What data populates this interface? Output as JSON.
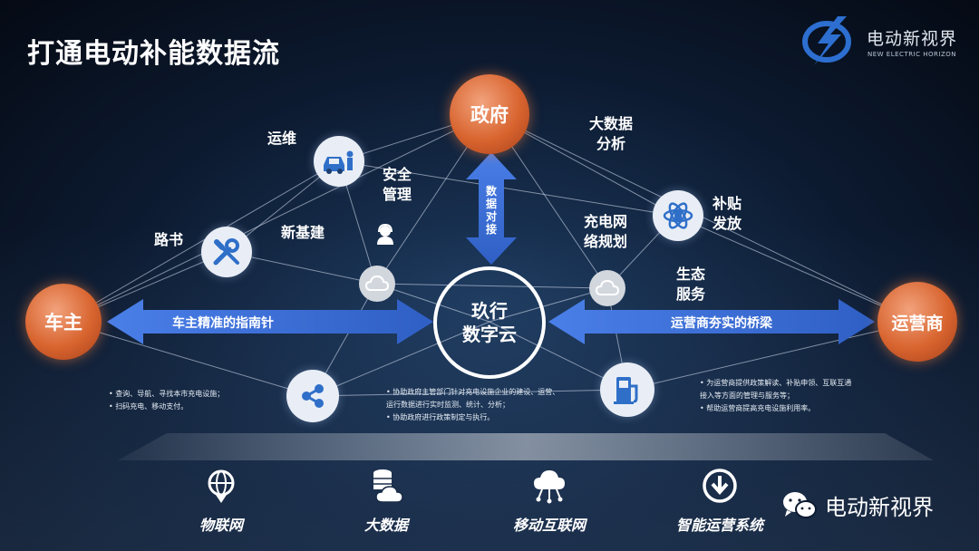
{
  "title": "打通电动补能数据流",
  "logo": {
    "cn": "电动新视界",
    "en": "NEW ELECTRIC HORIZON",
    "icon": "lightning-disc-icon"
  },
  "nodes": {
    "government": "政府",
    "car_owner": "车主",
    "operator": "运营商",
    "center_line1": "玖行",
    "center_line2": "数字云"
  },
  "labels": {
    "yunwei": "运维",
    "anquan_line1": "安全",
    "anquan_line2": "管理",
    "dashuju_line1": "大数据",
    "dashuju_line2": "分析",
    "lushu": "路书",
    "xinjijian": "新基建",
    "chongdian_line1": "充电网",
    "chongdian_line2": "络规划",
    "butie_line1": "补贴",
    "butie_line2": "发放",
    "shengtai_line1": "生态",
    "shengtai_line2": "服务"
  },
  "arrows": {
    "left": "车主精准的指南针",
    "right": "运营商夯实的桥梁",
    "vertical": "数据对接"
  },
  "notes": {
    "left_1": "• 查询、导航、寻找本市充电设施；",
    "left_2": "• 扫码充电、移动支付。",
    "center_1": "• 协助政府主管部门针对充电设施企业的建设、运营、",
    "center_2": "  运行数据进行实时监测、统计、分析；",
    "center_3": "• 协助政府进行政策制定与执行。",
    "right_1": "• 为运营商提供政策解读、补贴申领、互联互通",
    "right_2": "  接入等方面的管理与服务等；",
    "right_3": "• 帮助运营商提高充电设施利用率。"
  },
  "bottom": [
    {
      "label": "物联网",
      "icon": "globe-pin-icon"
    },
    {
      "label": "大数据",
      "icon": "database-cloud-icon"
    },
    {
      "label": "移动互联网",
      "icon": "cloud-network-icon"
    },
    {
      "label": "智能运营系统",
      "icon": "download-circle-icon"
    }
  ],
  "wechat": {
    "label": "电动新视界",
    "icon": "wechat-icon"
  },
  "colors": {
    "node_orange": "#d8642f",
    "arrow_blue": "#3e6fd6",
    "background": "#0c1a30"
  }
}
